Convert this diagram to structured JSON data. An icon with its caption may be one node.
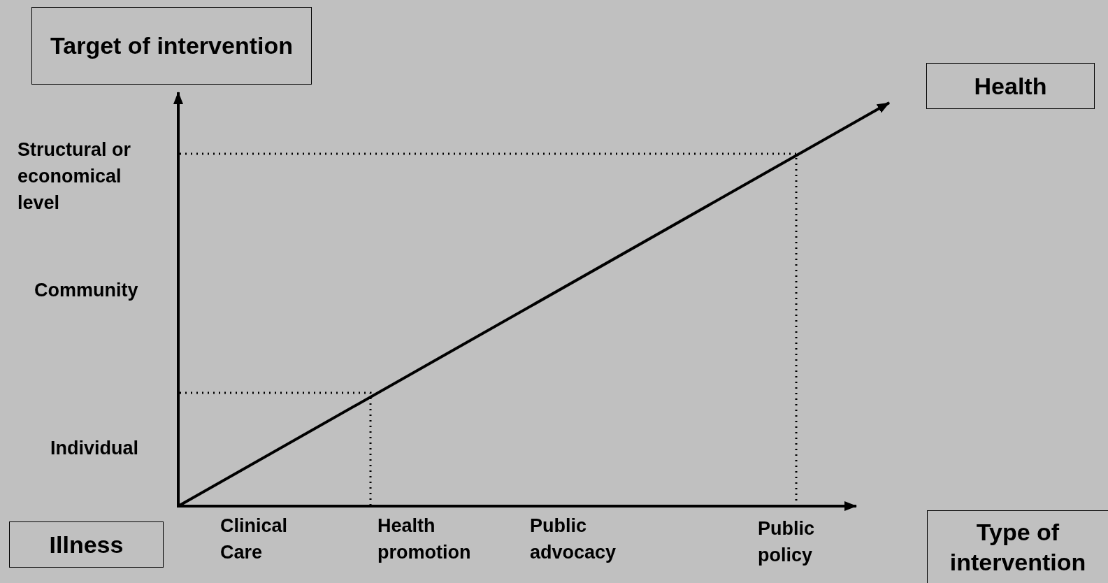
{
  "diagram": {
    "nodes": [
      {
        "text": [
          "Target of intervention"
        ]
      },
      {
        "text": [
          "Health"
        ]
      },
      {
        "text": [
          "Illness"
        ]
      },
      {
        "text": [
          "Type of intervention"
        ]
      }
    ],
    "edges": [],
    "labels": [
      "Structural or economical level",
      "Community",
      "Individual",
      "Clinical Care",
      "Health promotion",
      "Public advocacy",
      "Public policy"
    ]
  }
}
